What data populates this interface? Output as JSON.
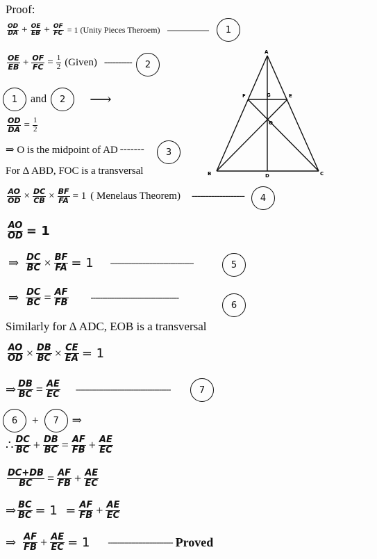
{
  "heading": "Proof:",
  "line1": {
    "f1n": "OD",
    "f1d": "DA",
    "f2n": "OE",
    "f2d": "EB",
    "f3n": "OF",
    "f3d": "FC",
    "rhs": "= 1 (Unity Pieces Theroem)",
    "dash": "--------------------",
    "circle": "1"
  },
  "line2": {
    "f1n": "OE",
    "f1d": "EB",
    "f2n": "OF",
    "f2d": "FC",
    "half_n": "1",
    "half_d": "2",
    "given": "(Given)",
    "dash": "----------",
    "circle": "2"
  },
  "line3": {
    "c1": "1",
    "and": "and",
    "c2": "2",
    "arrow": "⟶"
  },
  "line4": {
    "fn": "OD",
    "fd": "DA",
    "hn": "1",
    "hd": "2"
  },
  "line5": {
    "text": "⇒ O is the midpoint of AD",
    "dash": "-------",
    "circle": "3"
  },
  "line6": {
    "text": "For Δ ABD, FOC is a transversal"
  },
  "line7": {
    "f1n": "AO",
    "f1d": "OD",
    "f2n": "DC",
    "f2d": "CB",
    "f3n": "BF",
    "f3d": "FA",
    "rhs": "= 1",
    "note": "( Menelaus Theorem)",
    "dash": "-------------------",
    "circle": "4"
  },
  "line8": {
    "fn": "AO",
    "fd": "OD",
    "rhs": "= 1"
  },
  "line9": {
    "arrow": "⇒",
    "f1n": "DC",
    "f1d": "BC",
    "f2n": "BF",
    "f2d": "FA",
    "rhs": "= 1",
    "dash": "------------------------------------",
    "circle": "5"
  },
  "line10": {
    "arrow": "⇒",
    "f1n": "DC",
    "f1d": "BC",
    "f2n": "AF",
    "f2d": "FB",
    "dash": "--------------------------------------",
    "circle": "6"
  },
  "line11": {
    "text": "Similarly for Δ ADC, EOB is a transversal"
  },
  "line12": {
    "f1n": "AO",
    "f1d": "OD",
    "f2n": "DB",
    "f2d": "BC",
    "f3n": "CE",
    "f3d": "EA",
    "rhs": "= 1"
  },
  "line13": {
    "arrow": "⇒",
    "f1n": "DB",
    "f1d": "BC",
    "f2n": "AE",
    "f2d": "EC",
    "dash": "-----------------------------------------",
    "circle": "7"
  },
  "line14": {
    "c1": "6",
    "plus": "+",
    "c2": "7",
    "arrow": "⇒"
  },
  "line15": {
    "therefore": "∴",
    "f1n": "DC",
    "f1d": "BC",
    "f2n": "DB",
    "f2d": "BC",
    "f3n": "AF",
    "f3d": "FB",
    "f4n": "AE",
    "f4d": "EC"
  },
  "line16": {
    "f1n": "DC+DB",
    "f1d": "BC",
    "f2n": "AF",
    "f2d": "FB",
    "f3n": "AE",
    "f3d": "EC"
  },
  "line17": {
    "arrow": "⇒",
    "f1n": "BC",
    "f1d": "BC",
    "mid": "= 1  =",
    "f2n": "AF",
    "f2d": "FB",
    "f3n": "AE",
    "f3d": "EC"
  },
  "line18": {
    "arrow": "⇒",
    "f1n": "AF",
    "f1d": "FB",
    "f2n": "AE",
    "f2d": "EC",
    "rhs": "= 1",
    "dash": "----------------------------",
    "proved": "Proved"
  },
  "figure": {
    "A": "A",
    "B": "B",
    "C": "C",
    "D": "D",
    "E": "E",
    "F": "F",
    "G": "G",
    "O": "O"
  }
}
